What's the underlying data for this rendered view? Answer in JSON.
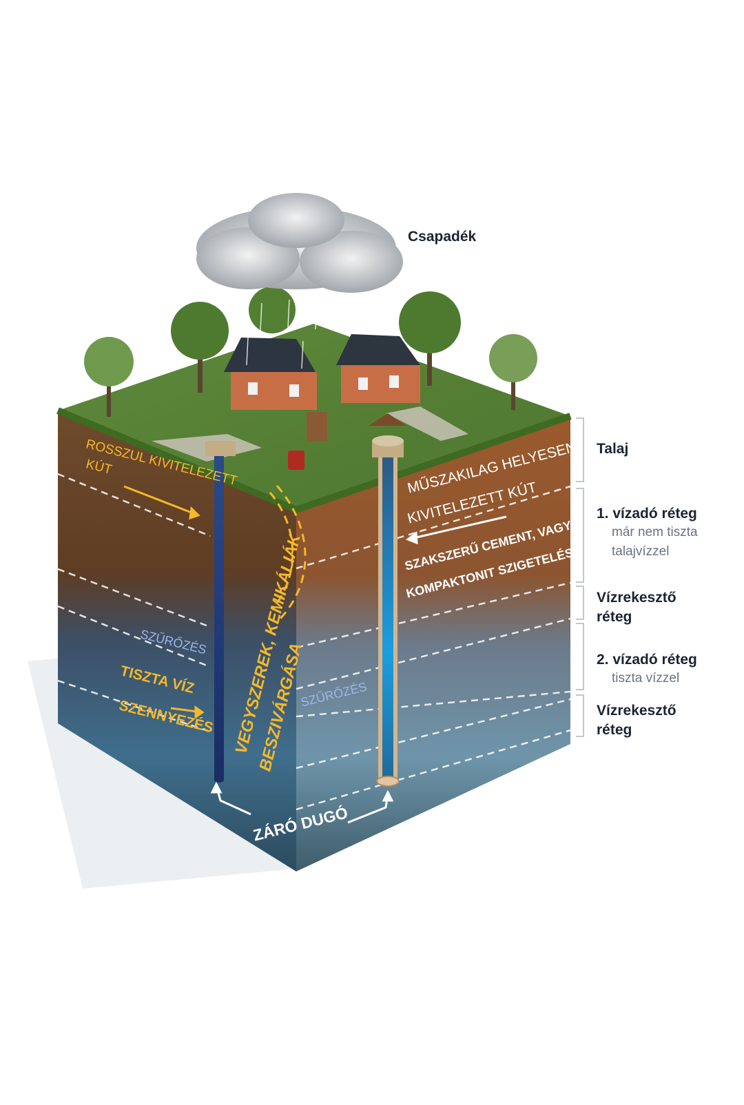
{
  "labels": {
    "precipitation": "Csapadék",
    "soil": "Talaj",
    "aquifer1_title": "1. vízadó réteg",
    "aquifer1_sub1": "már nem tiszta",
    "aquifer1_sub2": "talajvízzel",
    "aquitard1_line1": "Vízrekesztő",
    "aquitard1_line2": "réteg",
    "aquifer2_title": "2. vízadó réteg",
    "aquifer2_sub": "tiszta vízzel",
    "aquitard2_line1": "Vízrekesztő",
    "aquitard2_line2": "réteg"
  },
  "overlay": {
    "bad_well_1": "ROSSZUL KIVITELEZETT",
    "bad_well_2": "KÚT",
    "good_well_1": "MŰSZAKILAG HELYESEN",
    "good_well_2": "KIVITELEZETT KÚT",
    "seal_1": "SZAKSZERŰ CEMENT, VAGY",
    "seal_2": "KOMPAKTONIT SZIGETELÉS",
    "chemicals": "VEGYSZEREK, KEMIKÁLIÁK",
    "seepage": "BESZIVÁRGÁSA",
    "filter_left": "SZŰRŐZÉS",
    "filter_right": "SZŰRŐZÉS",
    "clean_1": "TISZTA VÍZ",
    "clean_2": "SZENNYEZÉS",
    "plug": "ZÁRÓ DUGÓ"
  },
  "colors": {
    "label_title": "#1b2434",
    "label_sub": "#6b7282",
    "bracket": "#c3c7cc",
    "overlay_yellow": "#f5b82a",
    "overlay_blue": "#9fb6e6"
  }
}
